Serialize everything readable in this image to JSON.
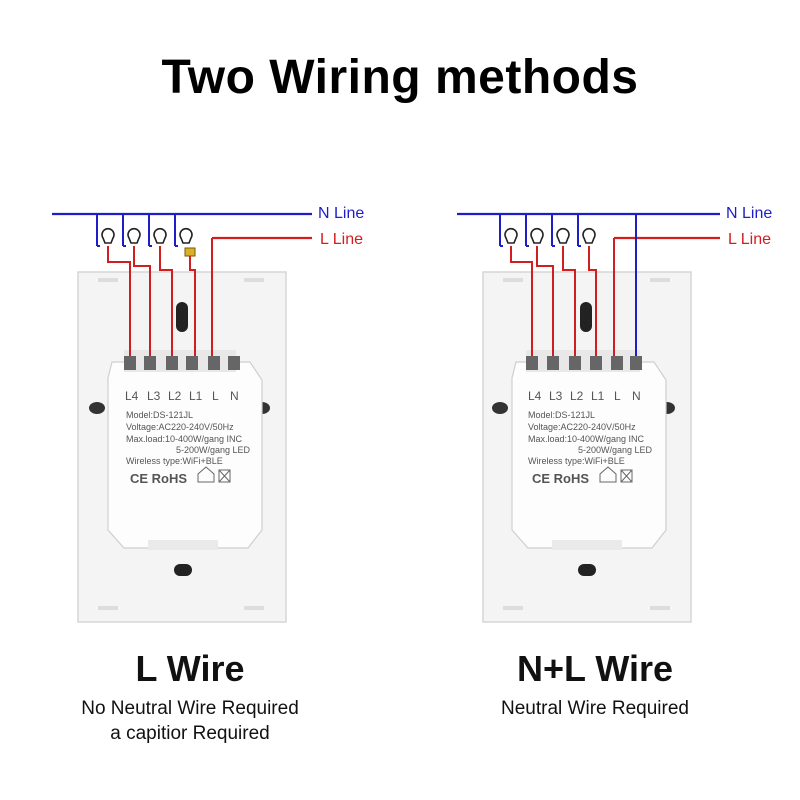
{
  "title": "Two Wiring methods",
  "left": {
    "n_line_label": "N Line",
    "l_line_label": "L Line",
    "terminals": [
      "L4",
      "L3",
      "L2",
      "L1",
      "L",
      "N"
    ],
    "specs": [
      "Model:DS-121JL",
      "Voltage:AC220-240V/50Hz",
      "Max.load:10-400W/gang  INC",
      "5-200W/gang  LED",
      "Wireless type:WiFi+BLE"
    ],
    "cert": "CE RoHS",
    "caption_title": "L Wire",
    "caption_line1": "No Neutral Wire Required",
    "caption_line2": "a capitior Required"
  },
  "right": {
    "n_line_label": "N Line",
    "l_line_label": "L Line",
    "terminals": [
      "L4",
      "L3",
      "L2",
      "L1",
      "L",
      "N"
    ],
    "specs": [
      "Model:DS-121JL",
      "Voltage:AC220-240V/50Hz",
      "Max.load:10-400W/gang  INC",
      "5-200W/gang  LED",
      "Wireless type:WiFi+BLE"
    ],
    "cert": "CE RoHS",
    "caption_title": "N+L Wire",
    "caption_line1": "Neutral Wire Required"
  },
  "colors": {
    "n_line": "#1e1ec8",
    "l_line": "#d21e1e",
    "plate": "#f6f6f6"
  }
}
